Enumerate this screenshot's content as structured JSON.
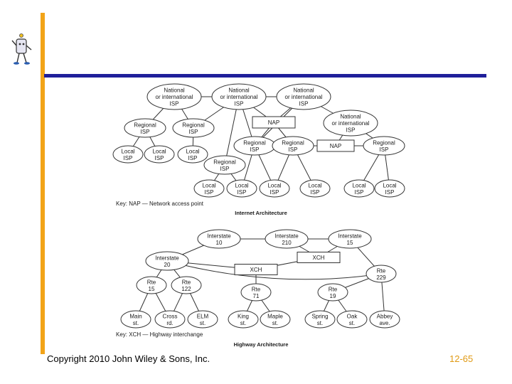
{
  "footer": {
    "copyright": "Copyright 2010 John Wiley & Sons, Inc.",
    "page": "12-65"
  },
  "internet": {
    "caption": "Internet Architecture",
    "key": "Key: NAP — Network access point",
    "nodes": [
      {
        "id": "isp1",
        "shape": "ellipse",
        "lines": [
          "National",
          "or international",
          "ISP"
        ]
      },
      {
        "id": "isp2",
        "shape": "ellipse",
        "lines": [
          "National",
          "or international",
          "ISP"
        ]
      },
      {
        "id": "isp3",
        "shape": "ellipse",
        "lines": [
          "National",
          "or international",
          "ISP"
        ]
      },
      {
        "id": "isp4",
        "shape": "ellipse",
        "lines": [
          "National",
          "or international",
          "ISP"
        ]
      },
      {
        "id": "nap1",
        "shape": "rect",
        "lines": [
          "NAP"
        ]
      },
      {
        "id": "nap2",
        "shape": "rect",
        "lines": [
          "NAP"
        ]
      },
      {
        "id": "reg1",
        "shape": "ellipse",
        "lines": [
          "Regional",
          "ISP"
        ]
      },
      {
        "id": "reg2",
        "shape": "ellipse",
        "lines": [
          "Regional",
          "ISP"
        ]
      },
      {
        "id": "reg3",
        "shape": "ellipse",
        "lines": [
          "Regional",
          "ISP"
        ]
      },
      {
        "id": "reg4",
        "shape": "ellipse",
        "lines": [
          "Regional",
          "ISP"
        ]
      },
      {
        "id": "reg5",
        "shape": "ellipse",
        "lines": [
          "Regional",
          "ISP"
        ]
      },
      {
        "id": "reg6",
        "shape": "ellipse",
        "lines": [
          "Regional",
          "ISP"
        ]
      },
      {
        "id": "loc1",
        "shape": "ellipse",
        "lines": [
          "Local",
          "ISP"
        ]
      },
      {
        "id": "loc2",
        "shape": "ellipse",
        "lines": [
          "Local",
          "ISP"
        ]
      },
      {
        "id": "loc3",
        "shape": "ellipse",
        "lines": [
          "Local",
          "ISP"
        ]
      },
      {
        "id": "loc4",
        "shape": "ellipse",
        "lines": [
          "Local",
          "ISP"
        ]
      },
      {
        "id": "loc5",
        "shape": "ellipse",
        "lines": [
          "Local",
          "ISP"
        ]
      },
      {
        "id": "loc6",
        "shape": "ellipse",
        "lines": [
          "Local",
          "ISP"
        ]
      },
      {
        "id": "loc7",
        "shape": "ellipse",
        "lines": [
          "Local",
          "ISP"
        ]
      },
      {
        "id": "loc8",
        "shape": "ellipse",
        "lines": [
          "Local",
          "ISP"
        ]
      },
      {
        "id": "loc9",
        "shape": "ellipse",
        "lines": [
          "Local",
          "ISP"
        ]
      }
    ],
    "edges": [
      [
        "isp1",
        "isp2"
      ],
      [
        "isp2",
        "isp3"
      ],
      [
        "isp1",
        "reg1"
      ],
      [
        "isp1",
        "reg2"
      ],
      [
        "isp2",
        "reg2"
      ],
      [
        "isp2",
        "reg3"
      ],
      [
        "isp2",
        "reg5"
      ],
      [
        "isp2",
        "nap1"
      ],
      [
        "isp3",
        "nap1"
      ],
      [
        "isp3",
        "isp4"
      ],
      [
        "isp3",
        "reg3"
      ],
      [
        "nap1",
        "reg3"
      ],
      [
        "nap1",
        "reg4"
      ],
      [
        "isp4",
        "nap2"
      ],
      [
        "isp4",
        "reg6"
      ],
      [
        "nap2",
        "reg4"
      ],
      [
        "nap2",
        "reg6"
      ],
      [
        "reg1",
        "loc1"
      ],
      [
        "reg1",
        "loc2"
      ],
      [
        "reg2",
        "loc3"
      ],
      [
        "reg5",
        "loc4"
      ],
      [
        "reg5",
        "loc5"
      ],
      [
        "reg3",
        "loc5"
      ],
      [
        "reg3",
        "loc6"
      ],
      [
        "reg4",
        "loc6"
      ],
      [
        "reg4",
        "loc7"
      ],
      [
        "reg6",
        "loc8"
      ],
      [
        "reg6",
        "loc9"
      ]
    ]
  },
  "highway": {
    "caption": "Highway Architecture",
    "key": "Key: XCH — Highway interchange",
    "nodes": [
      {
        "id": "i10",
        "shape": "ellipse",
        "lines": [
          "Interstate",
          "10"
        ]
      },
      {
        "id": "i210",
        "shape": "ellipse",
        "lines": [
          "Interstate",
          "210"
        ]
      },
      {
        "id": "i15",
        "shape": "ellipse",
        "lines": [
          "Interstate",
          "15"
        ]
      },
      {
        "id": "i20",
        "shape": "ellipse",
        "lines": [
          "Interstate",
          "20"
        ]
      },
      {
        "id": "xch1",
        "shape": "rect",
        "lines": [
          "XCH"
        ]
      },
      {
        "id": "xch2",
        "shape": "rect",
        "lines": [
          "XCH"
        ]
      },
      {
        "id": "r229",
        "shape": "ellipse",
        "lines": [
          "Rte",
          "229"
        ]
      },
      {
        "id": "r15",
        "shape": "ellipse",
        "lines": [
          "Rte",
          "15"
        ]
      },
      {
        "id": "r122",
        "shape": "ellipse",
        "lines": [
          "Rte",
          "122"
        ]
      },
      {
        "id": "r71",
        "shape": "ellipse",
        "lines": [
          "Rte",
          "71"
        ]
      },
      {
        "id": "r19",
        "shape": "ellipse",
        "lines": [
          "Rte",
          "19"
        ]
      },
      {
        "id": "main",
        "shape": "ellipse",
        "lines": [
          "Main",
          "st."
        ]
      },
      {
        "id": "cross",
        "shape": "ellipse",
        "lines": [
          "Cross",
          "rd."
        ]
      },
      {
        "id": "elm",
        "shape": "ellipse",
        "lines": [
          "ELM",
          "st."
        ]
      },
      {
        "id": "king",
        "shape": "ellipse",
        "lines": [
          "King",
          "st."
        ]
      },
      {
        "id": "maple",
        "shape": "ellipse",
        "lines": [
          "Maple",
          "st."
        ]
      },
      {
        "id": "spring",
        "shape": "ellipse",
        "lines": [
          "Spring",
          "st."
        ]
      },
      {
        "id": "oak",
        "shape": "ellipse",
        "lines": [
          "Oak",
          "st."
        ]
      },
      {
        "id": "abbey",
        "shape": "ellipse",
        "lines": [
          "Abbey",
          "ave."
        ]
      }
    ],
    "edges": [
      [
        "i10",
        "i210"
      ],
      [
        "i210",
        "i15"
      ],
      [
        "i10",
        "i20"
      ],
      [
        "i210",
        "xch2"
      ],
      [
        "i15",
        "xch2"
      ],
      [
        "i15",
        "r229"
      ],
      [
        "xch2",
        "xch1"
      ],
      [
        "i20",
        "xch1"
      ],
      [
        "i20",
        "r15"
      ],
      [
        "i20",
        "r122"
      ],
      [
        "xch1",
        "r71"
      ],
      [
        "r229",
        "r19"
      ],
      [
        "r229",
        "abbey"
      ],
      [
        "r15",
        "main"
      ],
      [
        "r15",
        "cross"
      ],
      [
        "r122",
        "cross"
      ],
      [
        "r122",
        "elm"
      ],
      [
        "r71",
        "king"
      ],
      [
        "r71",
        "maple"
      ],
      [
        "r19",
        "spring"
      ],
      [
        "r19",
        "oak"
      ]
    ],
    "curves": [
      [
        "i20",
        "r229"
      ]
    ]
  }
}
